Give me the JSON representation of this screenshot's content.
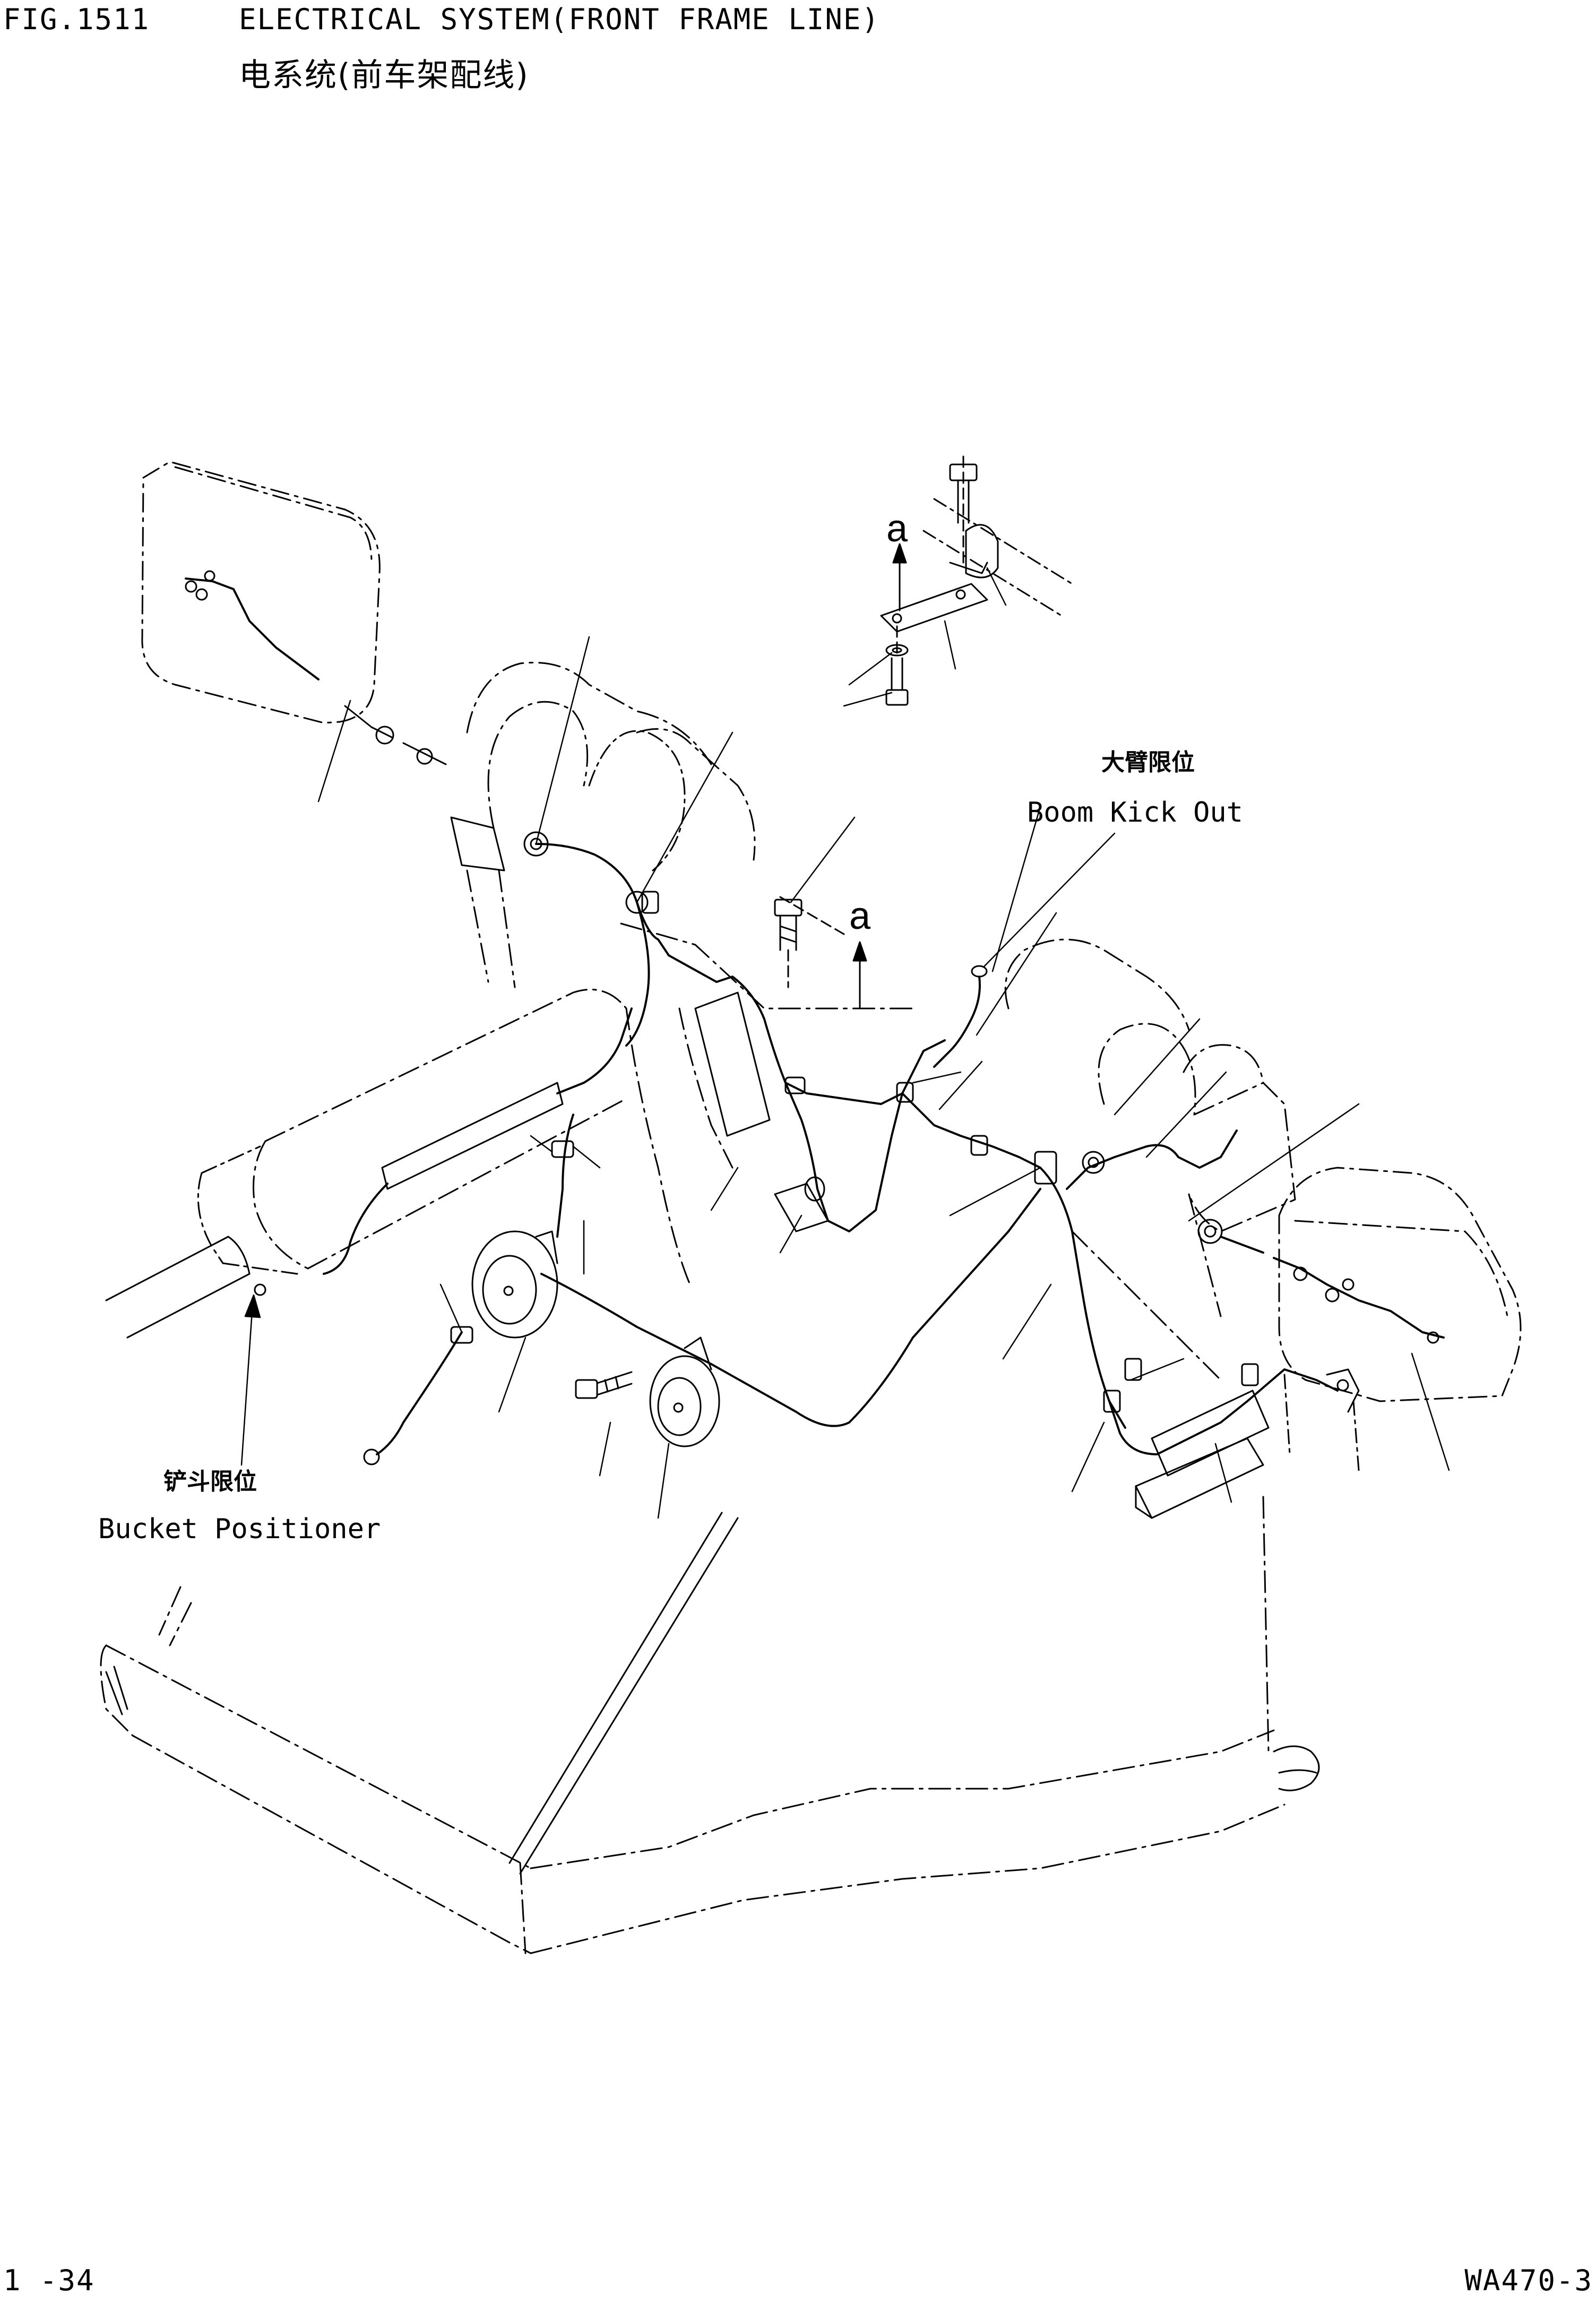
{
  "header": {
    "fig_number": "FIG.1511",
    "title_en": "ELECTRICAL SYSTEM(FRONT FRAME LINE)",
    "title_cn": "电系统(前车架配线)"
  },
  "labels": {
    "boom_kick_out_cn": "大臂限位",
    "boom_kick_out_en": "Boom Kick Out",
    "bucket_positioner_cn": "铲斗限位",
    "bucket_positioner_en": "Bucket Positioner"
  },
  "detail_marks": {
    "detail_a_upper": "a",
    "detail_a_lower": "a"
  },
  "footer": {
    "page_number": "1 -34",
    "model_code": "WA470-3"
  }
}
